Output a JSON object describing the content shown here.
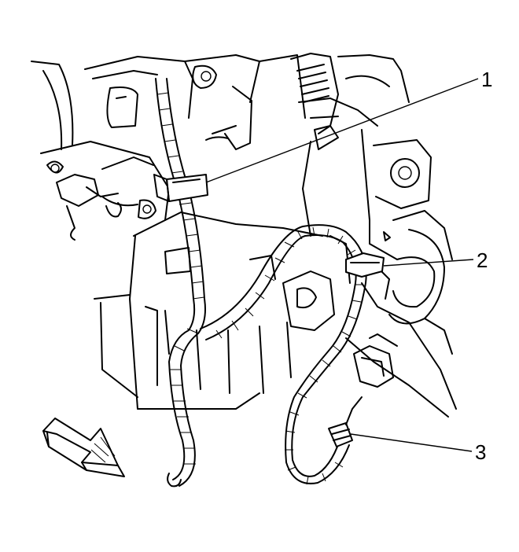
{
  "callouts": [
    {
      "id": "1",
      "label": "1"
    },
    {
      "id": "2",
      "label": "2"
    },
    {
      "id": "3",
      "label": "3"
    }
  ],
  "colors": {
    "ink": "#000000",
    "paper": "#ffffff"
  },
  "icons": {
    "direction_arrow": "forward-arrow-icon"
  }
}
